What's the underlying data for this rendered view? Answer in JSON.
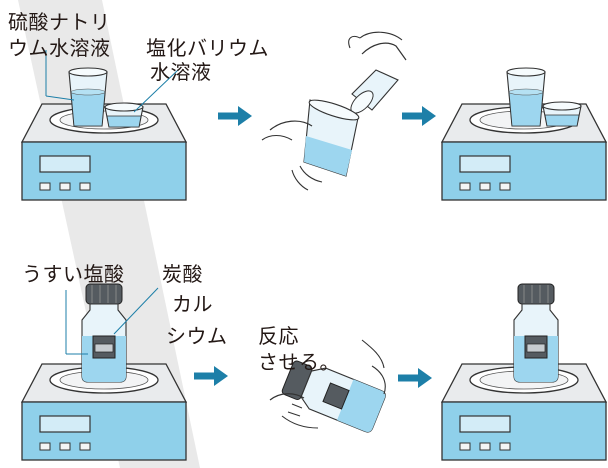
{
  "labels": {
    "sodium_sulfate_line1": "硫酸ナトリ",
    "sodium_sulfate_line2": "ウム水溶液",
    "barium_chloride_line1": "塩化バリウム",
    "barium_chloride_line2": "水溶液",
    "dilute_hcl": "うすい塩酸",
    "calcium_carbonate_line1": "炭酸",
    "calcium_carbonate_line2": "カル",
    "calcium_carbonate_line3": "シウム",
    "react_line1": "反応",
    "react_line2": "させる。"
  },
  "colors": {
    "scale_body": "#e4e6e8",
    "scale_panel": "#8fd0ea",
    "display": "#d3ecf7",
    "liquid": "#9dd6ef",
    "arrow": "#1d7fa8",
    "watermark": "#d7d7d7",
    "text": "#231815"
  },
  "icons": [
    "arrow-right-icon",
    "hand-icon",
    "electronic-balance-icon",
    "cup-icon",
    "bottle-icon"
  ]
}
